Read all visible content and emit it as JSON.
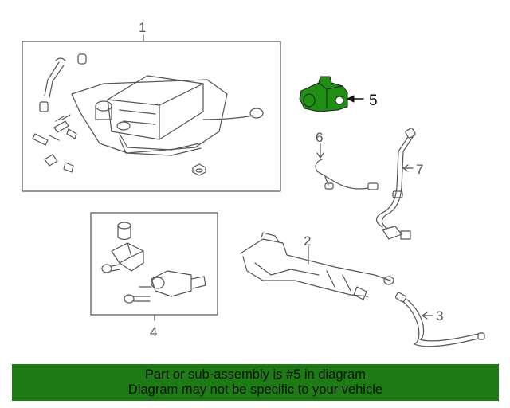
{
  "diagram": {
    "callouts": [
      "1",
      "2",
      "3",
      "4",
      "5",
      "6",
      "7"
    ],
    "highlighted_part": "5",
    "highlight_color": "#1e8f12",
    "line_color": "#555555"
  },
  "banner": {
    "line1": "Part or sub-assembly is #5 in diagram",
    "line2": "Diagram may not be specific to your vehicle",
    "background": "#1e7a14"
  }
}
